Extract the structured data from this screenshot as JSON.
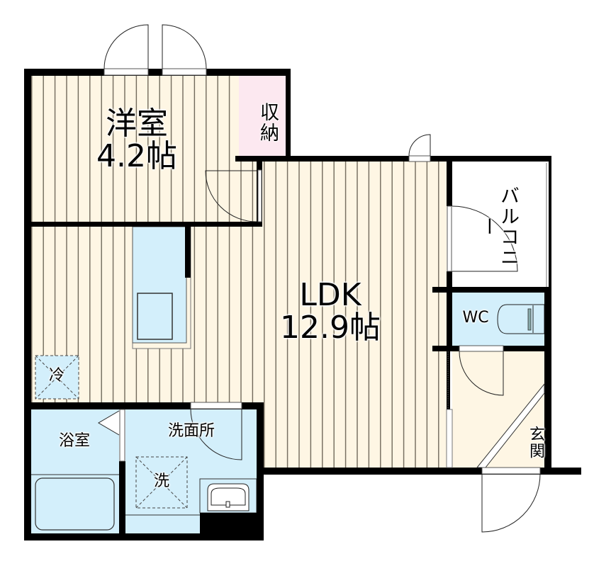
{
  "floorplan": {
    "colors": {
      "floor_wood": "#fef6e4",
      "floor_line": "#7a7262",
      "wet_area": "#d3effb",
      "storage": "#fce8f0",
      "wall": "#000000",
      "background": "#ffffff"
    },
    "rooms": {
      "western_room": {
        "name": "洋室",
        "size": "4.2帖"
      },
      "storage": {
        "name": "収納"
      },
      "ldk": {
        "name": "LDK",
        "size": "12.9帖"
      },
      "balcony": {
        "name": "バルコニー"
      },
      "wc": {
        "name": "WC"
      },
      "entrance": {
        "name": "玄関"
      },
      "bathroom": {
        "name": "浴室"
      },
      "washroom": {
        "name": "洗面所"
      }
    },
    "fixtures": {
      "fridge": {
        "label": "冷"
      },
      "washer": {
        "label": "洗"
      }
    }
  }
}
